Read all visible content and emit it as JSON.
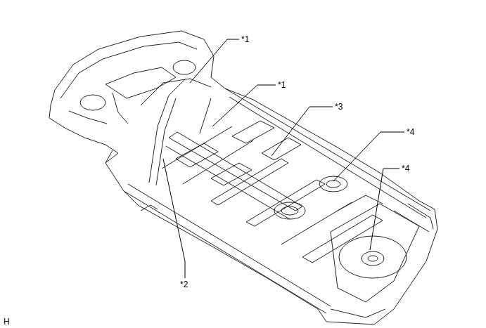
{
  "diagram": {
    "labels": [
      "*1",
      "*1",
      "*3",
      "*4",
      "*4",
      "*2",
      "H"
    ]
  }
}
